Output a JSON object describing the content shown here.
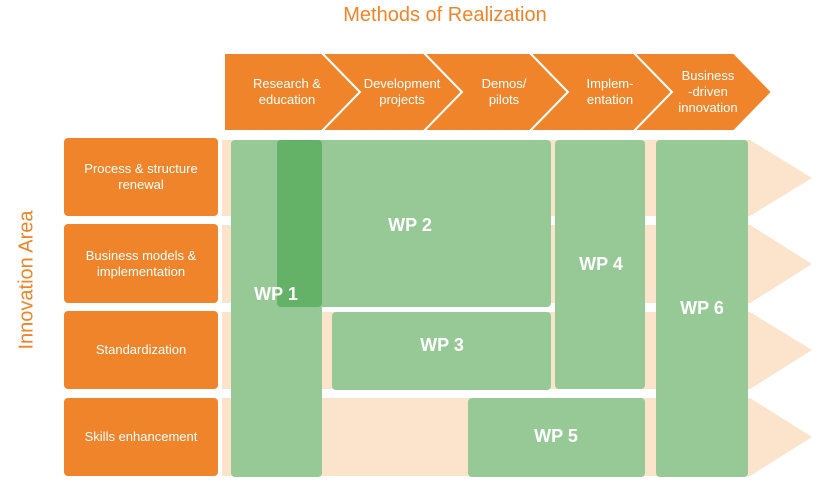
{
  "title": "Methods of Realization",
  "side_label": "Innovation Area",
  "methods": [
    "Research &\neducation",
    "Development\nprojects",
    "Demos/\npilots",
    "Implem-\nentation",
    "Business\n-driven\ninnovation"
  ],
  "areas": [
    "Process & structure\nrenewal",
    "Business models &\nimplementation",
    "Standardization",
    "Skills enhancement"
  ],
  "work_packages": [
    "WP 1",
    "WP 2",
    "WP 3",
    "WP 4",
    "WP 5",
    "WP 6"
  ],
  "colors": {
    "orange": "#F0842A",
    "peach": "#FCE3CC",
    "wp_green": "#97C996",
    "wp_dark_green": "#64B168"
  }
}
